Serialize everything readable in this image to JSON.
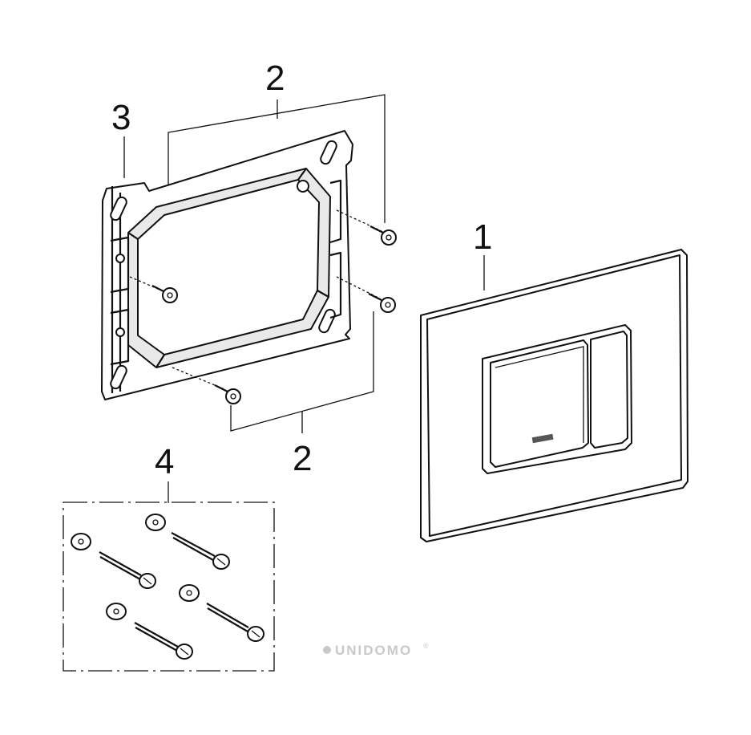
{
  "callouts": {
    "flush_plate": "1",
    "screws_top": "2",
    "screws_bottom": "2",
    "mounting_frame": "3",
    "fixing_set": "4"
  },
  "watermark": "UNIDOMO",
  "watermark_mark": "®",
  "colors": {
    "line": "#111111",
    "background": "#ffffff",
    "watermark": "#c9c9c9"
  }
}
